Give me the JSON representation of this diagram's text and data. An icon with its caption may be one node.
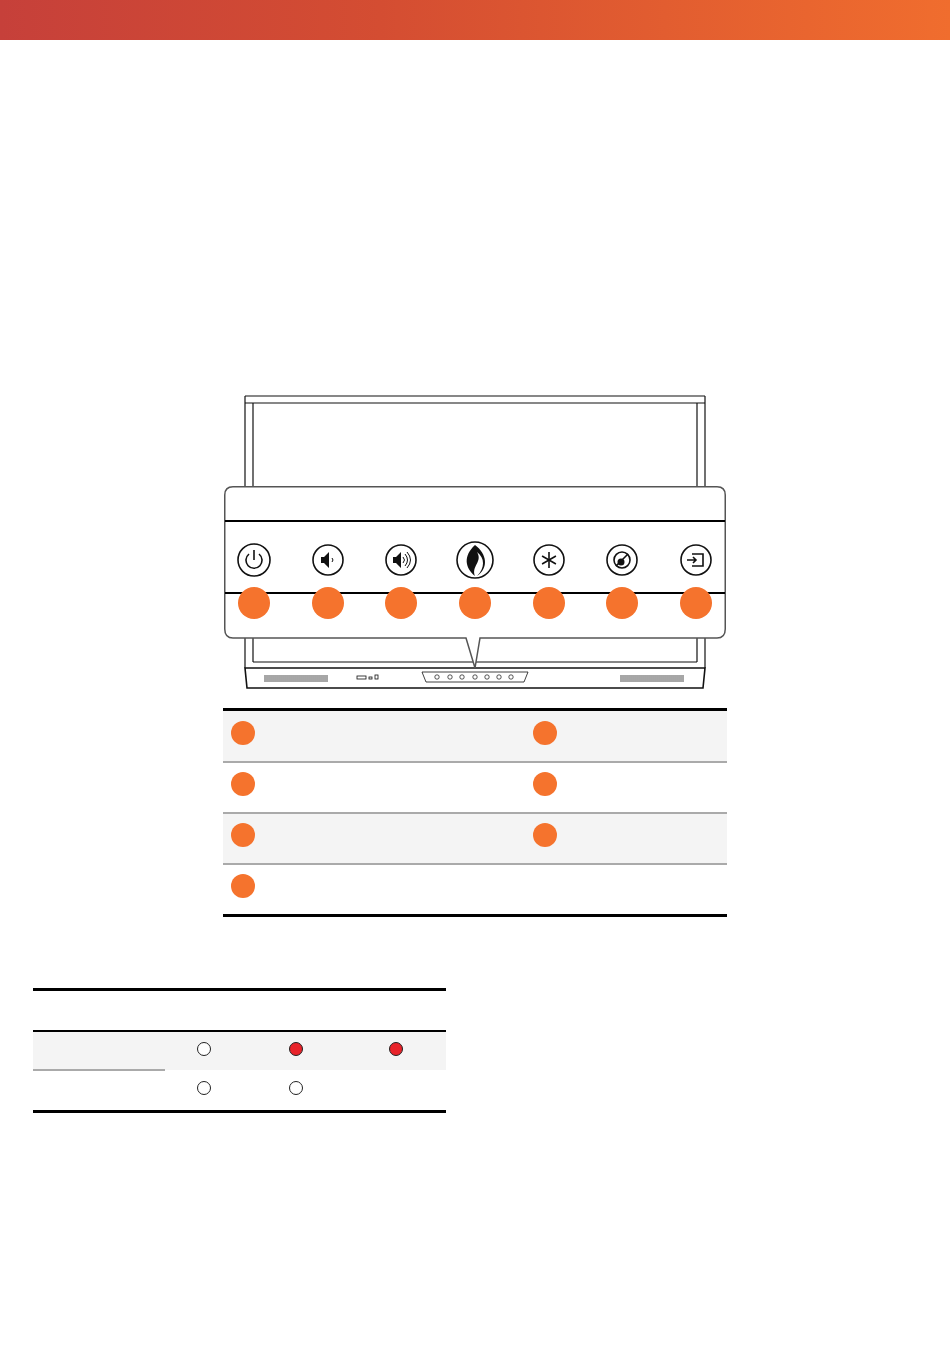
{
  "diagram": {
    "nodes": [
      {
        "text": [],
        "shape": "box"
      },
      {
        "text": [],
        "shape": "circle",
        "in": 0
      },
      {
        "text": [],
        "shape": "circle",
        "in": 0
      },
      {
        "text": [],
        "shape": "circle",
        "in": 0
      },
      {
        "text": [],
        "shape": "circle",
        "in": 0
      },
      {
        "text": [],
        "shape": "circle",
        "in": 0
      },
      {
        "text": [],
        "shape": "circle",
        "in": 0
      },
      {
        "text": [],
        "shape": "circle",
        "in": 0
      },
      {
        "text": [],
        "shape": "circle"
      },
      {
        "text": [],
        "shape": "circle"
      },
      {
        "text": [],
        "shape": "circle"
      },
      {
        "text": [],
        "shape": "circle"
      },
      {
        "text": [],
        "shape": "circle"
      },
      {
        "text": [],
        "shape": "circle"
      },
      {
        "text": [],
        "shape": "circle"
      },
      {
        "text": [],
        "shape": "circle"
      },
      {
        "text": [],
        "shape": "circle"
      },
      {
        "text": [],
        "shape": "circle"
      },
      {
        "text": [],
        "shape": "circle"
      },
      {
        "text": [],
        "shape": "circle"
      }
    ]
  }
}
